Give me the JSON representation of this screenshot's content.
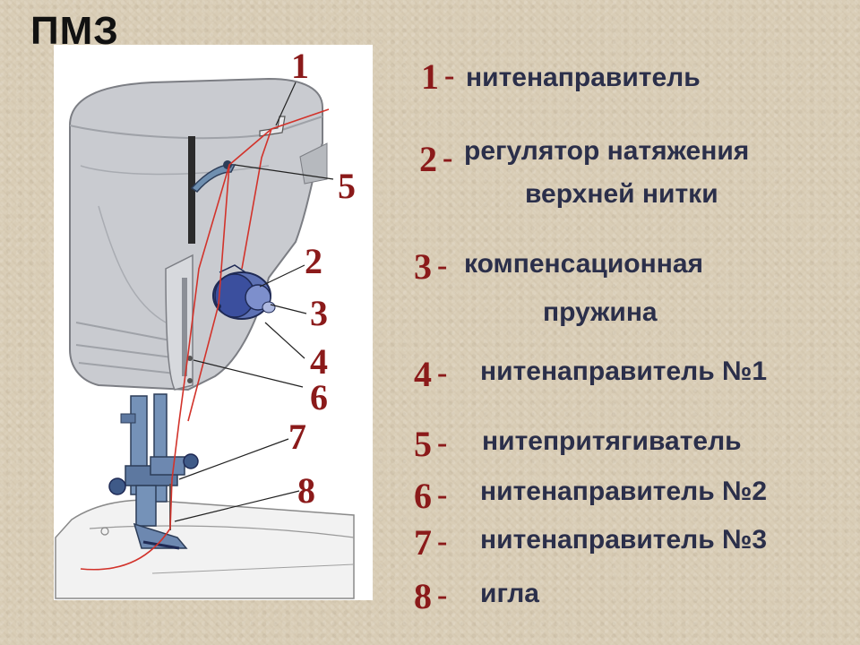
{
  "title": "ПМЗ",
  "callouts": [
    "1",
    "5",
    "2",
    "3",
    "4",
    "6",
    "7",
    "8"
  ],
  "legend": [
    {
      "num": "1",
      "dash": "-",
      "text": "нитенаправитель"
    },
    {
      "num": "2",
      "dash": "-",
      "text_line1": "регулятор натяжения",
      "text_line2": "верхней нитки"
    },
    {
      "num": "3",
      "dash": "-",
      "text_line1": "компенсационная",
      "text_line2": "пружина"
    },
    {
      "num": "4",
      "dash": "-",
      "text": "нитенаправитель №1"
    },
    {
      "num": "5",
      "dash": "-",
      "text": "нитепритягиватель"
    },
    {
      "num": "6",
      "dash": "-",
      "text": "нитенаправитель №2"
    },
    {
      "num": "7",
      "dash": "-",
      "text": "нитенаправитель №3"
    },
    {
      "num": "8",
      "dash": "-",
      "text": "игла"
    }
  ],
  "colors": {
    "label": "#8b1a1a",
    "legend_text": "#2b2f4a",
    "thread": "#d2332b",
    "machine_body": "#c9cbd0",
    "tension_disc": "#3b4f9e"
  }
}
